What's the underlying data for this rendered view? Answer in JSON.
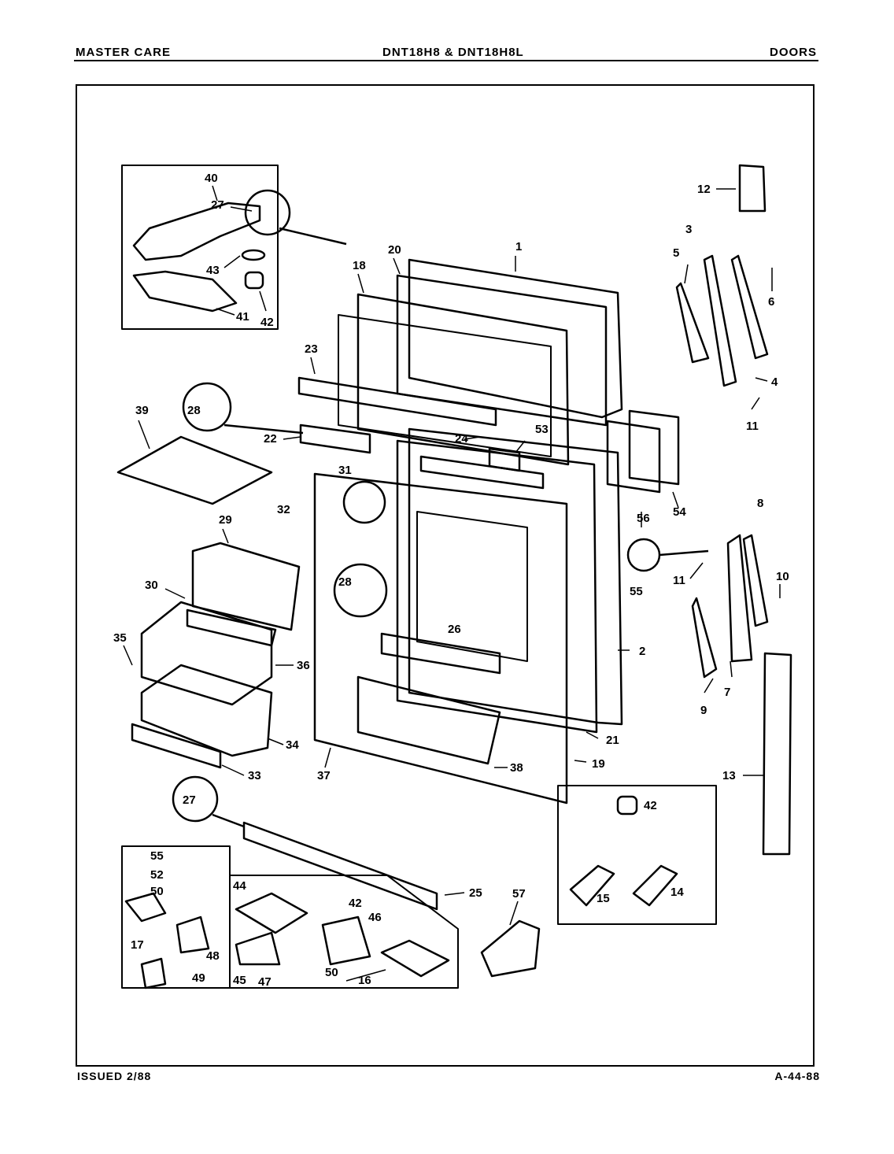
{
  "header": {
    "brand": "MASTER CARE",
    "models": "DNT18H8 & DNT18H8L",
    "section": "DOORS"
  },
  "footer": {
    "issued": "ISSUED 2/88",
    "page_code": "A-44-88"
  },
  "part_labels": [
    "1",
    "2",
    "3",
    "4",
    "5",
    "6",
    "7",
    "8",
    "9",
    "10",
    "11",
    "11",
    "12",
    "13",
    "14",
    "15",
    "16",
    "17",
    "18",
    "19",
    "20",
    "21",
    "22",
    "23",
    "24",
    "25",
    "26",
    "27",
    "27",
    "28",
    "28",
    "29",
    "30",
    "31",
    "32",
    "33",
    "34",
    "35",
    "36",
    "37",
    "38",
    "39",
    "40",
    "41",
    "42",
    "42",
    "42",
    "43",
    "44",
    "45",
    "46",
    "47",
    "48",
    "49",
    "50",
    "50",
    "52",
    "53",
    "54",
    "55",
    "55",
    "56",
    "57"
  ]
}
